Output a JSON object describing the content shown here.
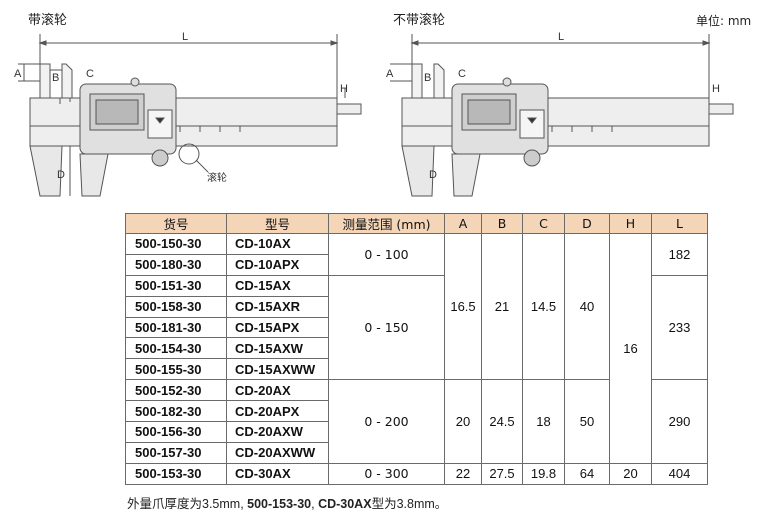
{
  "left_title": "带滚轮",
  "right_title": "不带滚轮",
  "unit": "单位: mm",
  "diagram_labels": {
    "L": "L",
    "A": "A",
    "B": "B",
    "C": "C",
    "D": "D",
    "H": "H",
    "roller": "滚轮"
  },
  "table": {
    "headers": [
      "货号",
      "型号",
      "测量范围 (mm)",
      "A",
      "B",
      "C",
      "D",
      "H",
      "L"
    ],
    "rows": [
      [
        "500-150-30",
        "CD-10AX"
      ],
      [
        "500-180-30",
        "CD-10APX"
      ],
      [
        "500-151-30",
        "CD-15AX"
      ],
      [
        "500-158-30",
        "CD-15AXR"
      ],
      [
        "500-181-30",
        "CD-15APX"
      ],
      [
        "500-154-30",
        "CD-15AXW"
      ],
      [
        "500-155-30",
        "CD-15AXWW"
      ],
      [
        "500-152-30",
        "CD-20AX"
      ],
      [
        "500-182-30",
        "CD-20APX"
      ],
      [
        "500-156-30",
        "CD-20AXW"
      ],
      [
        "500-157-30",
        "CD-20AXWW"
      ],
      [
        "500-153-30",
        "CD-30AX"
      ]
    ],
    "range": [
      "0 - 100",
      "0 - 150",
      "0 - 200",
      "0 - 300"
    ],
    "A": [
      "16.5",
      "20",
      "22"
    ],
    "B": [
      "21",
      "24.5",
      "27.5"
    ],
    "C": [
      "14.5",
      "18",
      "19.8"
    ],
    "D": [
      "40",
      "50",
      "64"
    ],
    "H": [
      "16",
      "20"
    ],
    "L": [
      "182",
      "233",
      "290",
      "404"
    ]
  },
  "footnote": {
    "part1": "外量爪厚度为3.5mm, ",
    "bold1": "500-153-30",
    "part2": ", ",
    "bold2": "CD-30AX",
    "part3": "型为3.8mm。"
  }
}
